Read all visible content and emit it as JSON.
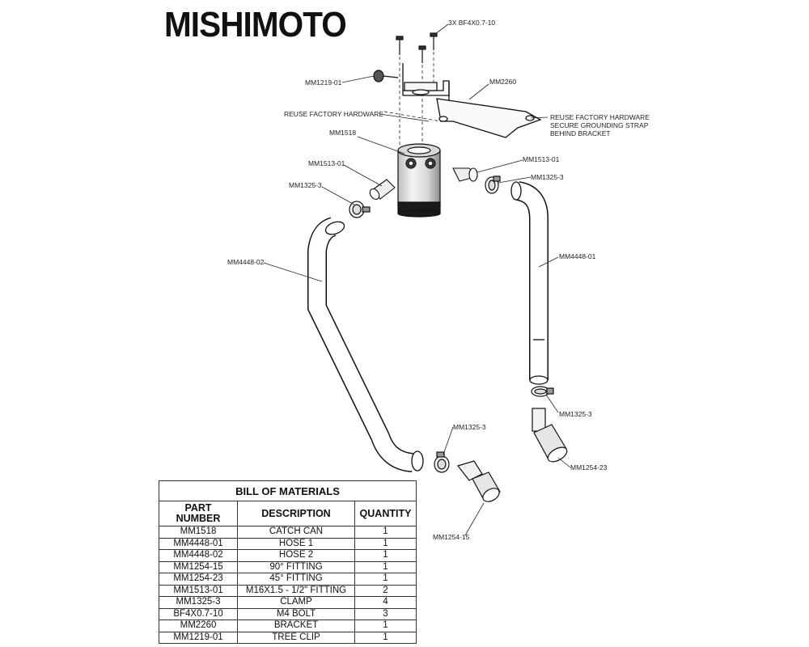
{
  "logo": "MISHIMOTO",
  "labels": {
    "bolts": "3X BF4X0.7-10",
    "tree_clip": "MM1219-01",
    "bracket": "MM2260",
    "reuse_left": "REUSE FACTORY HARDWARE",
    "reuse_right_1": "REUSE FACTORY HARDWARE",
    "reuse_right_2": "SECURE GROUNDING STRAP",
    "reuse_right_3": "BEHIND BRACKET",
    "catch_can": "MM1518",
    "fitting_left": "MM1513-01",
    "fitting_right": "MM1513-01",
    "clamp_left": "MM1325-3",
    "clamp_right": "MM1325-3",
    "hose_left": "MM4448-02",
    "hose_right": "MM4448-01",
    "clamp_lower_right": "MM1325-3",
    "fitting_45": "MM1254-23",
    "clamp_lower_left": "MM1325-3",
    "fitting_90": "MM1254-15"
  },
  "bom": {
    "title": "BILL OF MATERIALS",
    "headers": [
      "PART NUMBER",
      "DESCRIPTION",
      "QUANTITY"
    ],
    "header_part_1": "PART",
    "header_part_2": "NUMBER",
    "rows": [
      {
        "part": "MM1518",
        "desc": "CATCH CAN",
        "qty": "1"
      },
      {
        "part": "MM4448-01",
        "desc": "HOSE 1",
        "qty": "1"
      },
      {
        "part": "MM4448-02",
        "desc": "HOSE 2",
        "qty": "1"
      },
      {
        "part": "MM1254-15",
        "desc": "90° FITTING",
        "qty": "1"
      },
      {
        "part": "MM1254-23",
        "desc": "45° FITTING",
        "qty": "1"
      },
      {
        "part": "MM1513-01",
        "desc": "M16X1.5 - 1/2\" FITTING",
        "qty": "2"
      },
      {
        "part": "MM1325-3",
        "desc": "CLAMP",
        "qty": "4"
      },
      {
        "part": "BF4X0.7-10",
        "desc": "M4 BOLT",
        "qty": "3"
      },
      {
        "part": "MM2260",
        "desc": "BRACKET",
        "qty": "1"
      },
      {
        "part": "MM1219-01",
        "desc": "TREE CLIP",
        "qty": "1"
      }
    ]
  }
}
